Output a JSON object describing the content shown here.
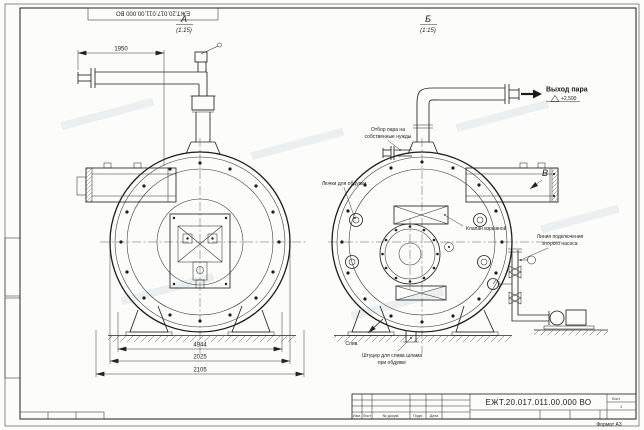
{
  "frame": {
    "doc_number_top": "ЕЖТ.20.017.011.00.000 ВО",
    "format_label": "Формат А3"
  },
  "views": {
    "a": {
      "label": "А",
      "scale": "(1:15)"
    },
    "b": {
      "label": "Б",
      "scale": "(1:15)"
    },
    "v": {
      "label": "В"
    }
  },
  "dimensions": {
    "d_top": "1950",
    "d1": "4944",
    "d2": "2025",
    "d3": "2105"
  },
  "annotations": {
    "steam_outlet": "Выход пара",
    "elevation": "+2,500",
    "own_needs_line1": "Отбор пара на",
    "own_needs_line2": "собственные нужды",
    "blow_hatches": "Лючки для обдувки",
    "explosion_valve": "Клапан взрывной",
    "second_pump_line1": "Линия подключения",
    "second_pump_line2": "второго насоса",
    "sludge_line1": "Штуцер для слива шлама",
    "sludge_line2": "при обдувке",
    "drain": "Слив."
  },
  "titleblock": {
    "doc_number": "ЕЖТ.20.017.011.00.000 ВО",
    "col_izm": "Изм.",
    "col_list": "Лист",
    "col_doc": "№ докум.",
    "col_podp": "Подп.",
    "col_data": "Дата",
    "sheet_label": "Лист",
    "sheet_value": "1"
  }
}
